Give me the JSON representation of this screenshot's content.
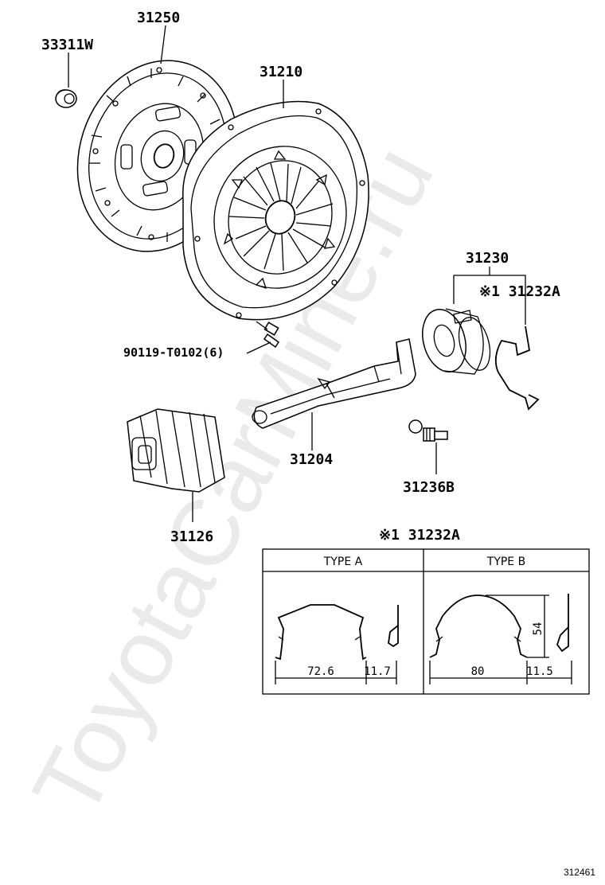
{
  "watermark": "ToyotaCarMine.ru",
  "parts": {
    "p33311w": "33311W",
    "p31250": "31250",
    "p31210": "31210",
    "p90119": "90119-T0102(6)",
    "p31230": "31230",
    "p31232a_callout": "※1 31232A",
    "p31204": "31204",
    "p31236b": "31236B",
    "p31126": "31126"
  },
  "detail_table": {
    "title": "※1 31232A",
    "columns": [
      "TYPE A",
      "TYPE B"
    ],
    "type_a": {
      "width": "72.6",
      "depth": "11.7"
    },
    "type_b": {
      "width": "80",
      "depth": "11.5",
      "height": "54"
    }
  },
  "footer": {
    "figure_number": "312461"
  }
}
